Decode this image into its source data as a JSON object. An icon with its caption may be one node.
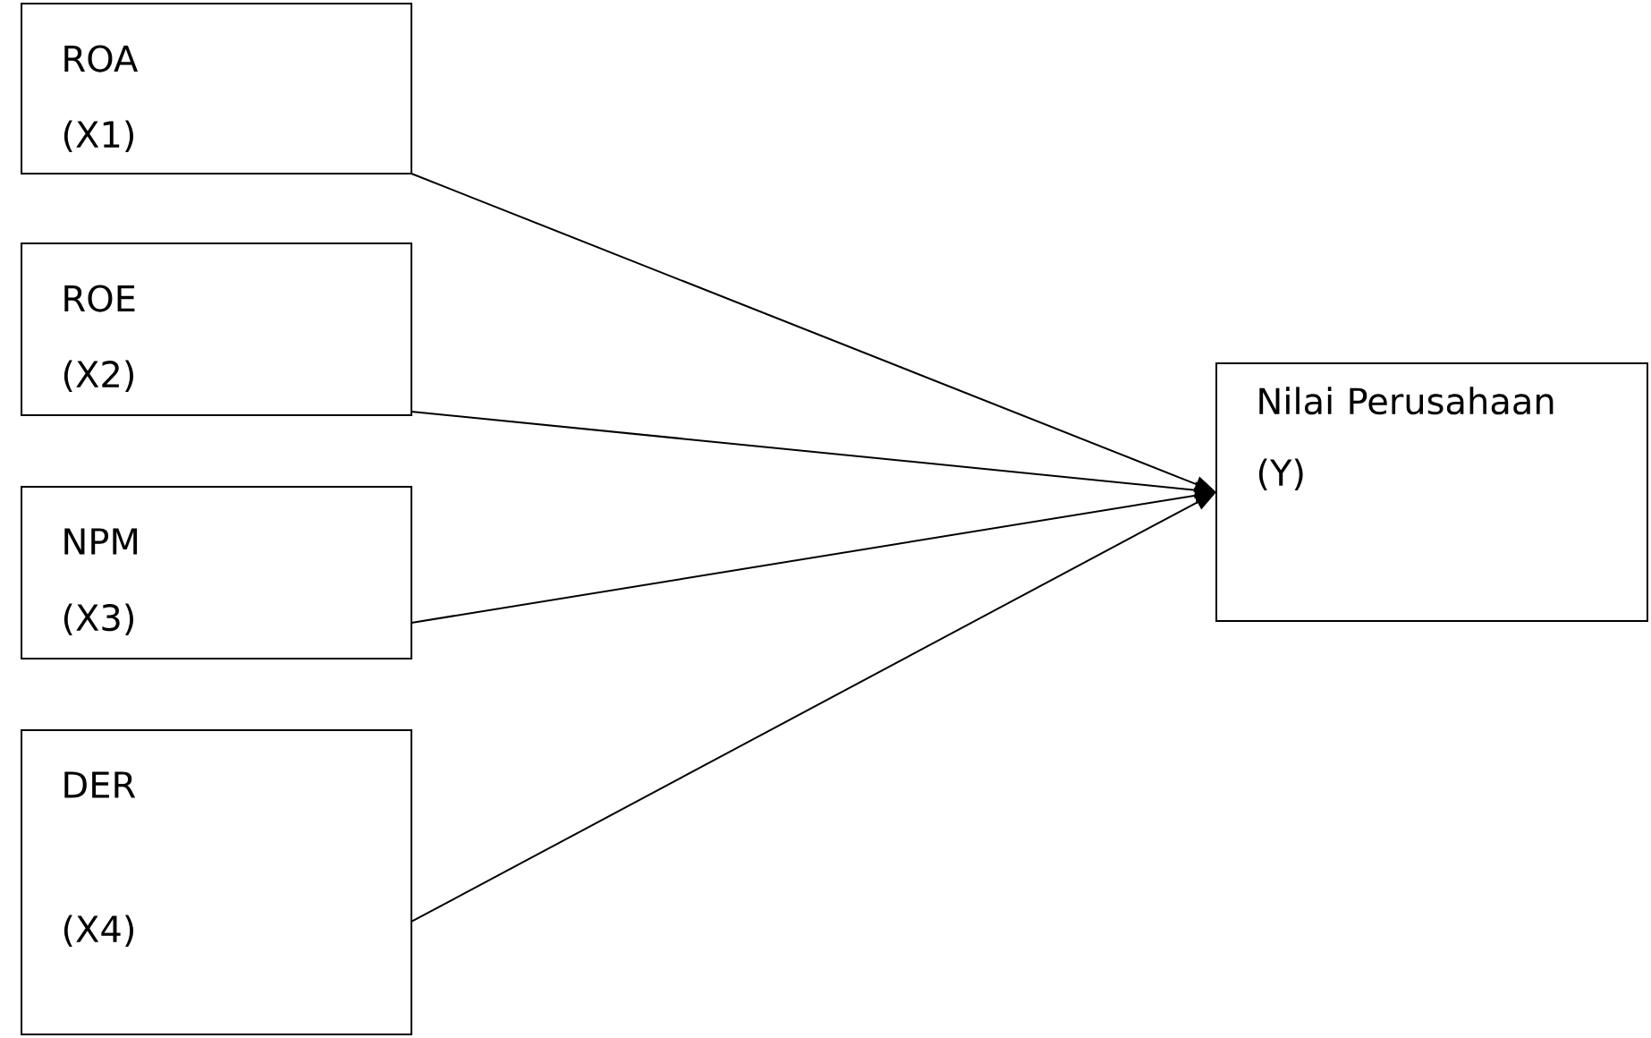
{
  "diagram": {
    "nodes": [
      {
        "text": [
          "ROA",
          "(X1)"
        ]
      },
      {
        "text": [
          "ROE",
          "(X2)"
        ]
      },
      {
        "text": [
          "NPM",
          "(X3)"
        ]
      },
      {
        "text": [
          "DER",
          "(X4)"
        ]
      },
      {
        "text": [
          "Nilai Perusahaan",
          "(Y)"
        ]
      }
    ],
    "edges": [
      {
        "from": 0,
        "to": 4,
        "arrow": "to"
      },
      {
        "from": 1,
        "to": 4,
        "arrow": "to"
      },
      {
        "from": 2,
        "to": 4,
        "arrow": "to"
      },
      {
        "from": 3,
        "to": 4,
        "arrow": "to"
      }
    ]
  }
}
